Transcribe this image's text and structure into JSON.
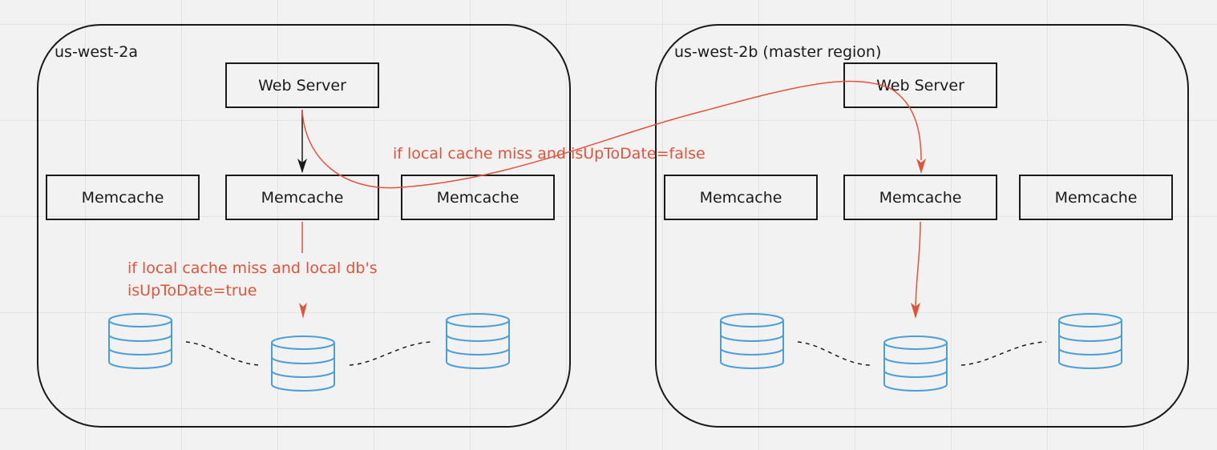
{
  "colors": {
    "stroke": "#1a1a1a",
    "accent_arrow": "#e0543a",
    "db_stroke": "#4a9fd8",
    "background": "#f2f2f2"
  },
  "regions": [
    {
      "label": "us-west-2a",
      "web_server": "Web Server",
      "memcaches": [
        "Memcache",
        "Memcache",
        "Memcache"
      ],
      "database_icons": 3
    },
    {
      "label": "us-west-2b (master region)",
      "web_server": "Web Server",
      "memcaches": [
        "Memcache",
        "Memcache",
        "Memcache"
      ],
      "database_icons": 3
    }
  ],
  "annotations": {
    "cross_region": "if local cache miss and isUpToDate=false",
    "local_db_line1": "if local cache miss and local db's",
    "local_db_line2": "isUpToDate=true"
  },
  "icons": [
    "database-icon"
  ]
}
